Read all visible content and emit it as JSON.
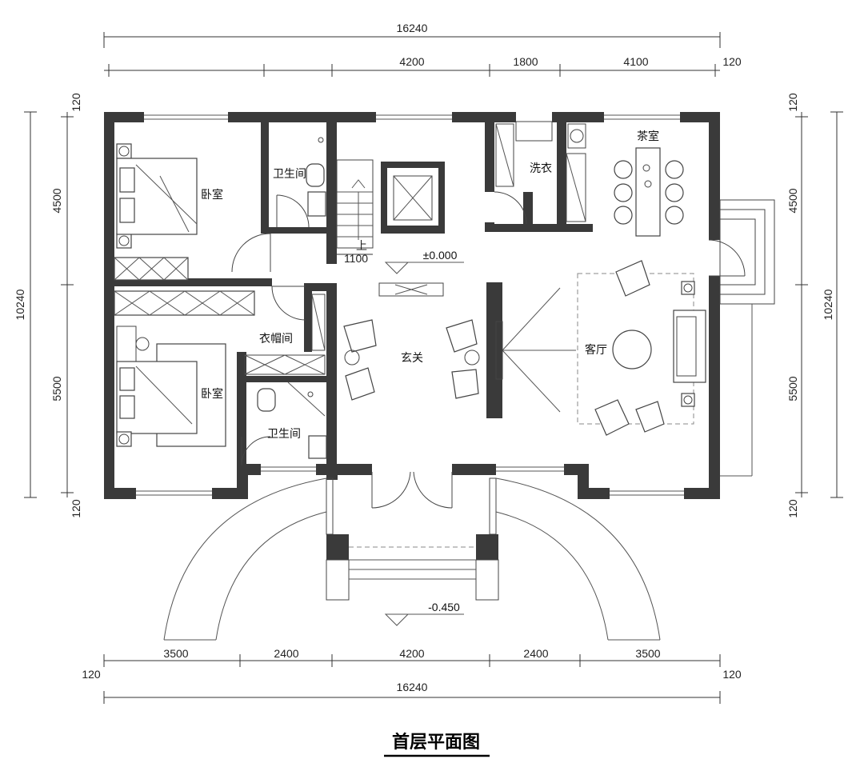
{
  "title": "首层平面图",
  "dimensions": {
    "top_total": "16240",
    "top_segments": [
      "4200",
      "1800",
      "4100"
    ],
    "top_right_offset": "120",
    "bottom_segments": [
      "3500",
      "2400",
      "4200",
      "2400",
      "3500"
    ],
    "bottom_total": "16240",
    "bottom_left_offset": "120",
    "bottom_right_offset": "120",
    "left_total": "10240",
    "left_segments": [
      "4500",
      "5500"
    ],
    "left_top_offset": "120",
    "left_bottom_offset": "120",
    "right_total": "10240",
    "right_segments": [
      "4500",
      "5500"
    ],
    "right_top_offset": "120",
    "right_bottom_offset": "120",
    "stair_width": "1100",
    "stair_up_label": "上"
  },
  "rooms": {
    "bedroom_1": "卧室",
    "bedroom_2": "卧室",
    "bathroom_1": "卫生间",
    "bathroom_2": "卫生间",
    "closet": "衣帽间",
    "laundry": "洗衣",
    "tea_room": "茶室",
    "foyer": "玄关",
    "living_room": "客厅"
  },
  "levels": {
    "floor": "±0.000",
    "entrance": "-0.450"
  }
}
